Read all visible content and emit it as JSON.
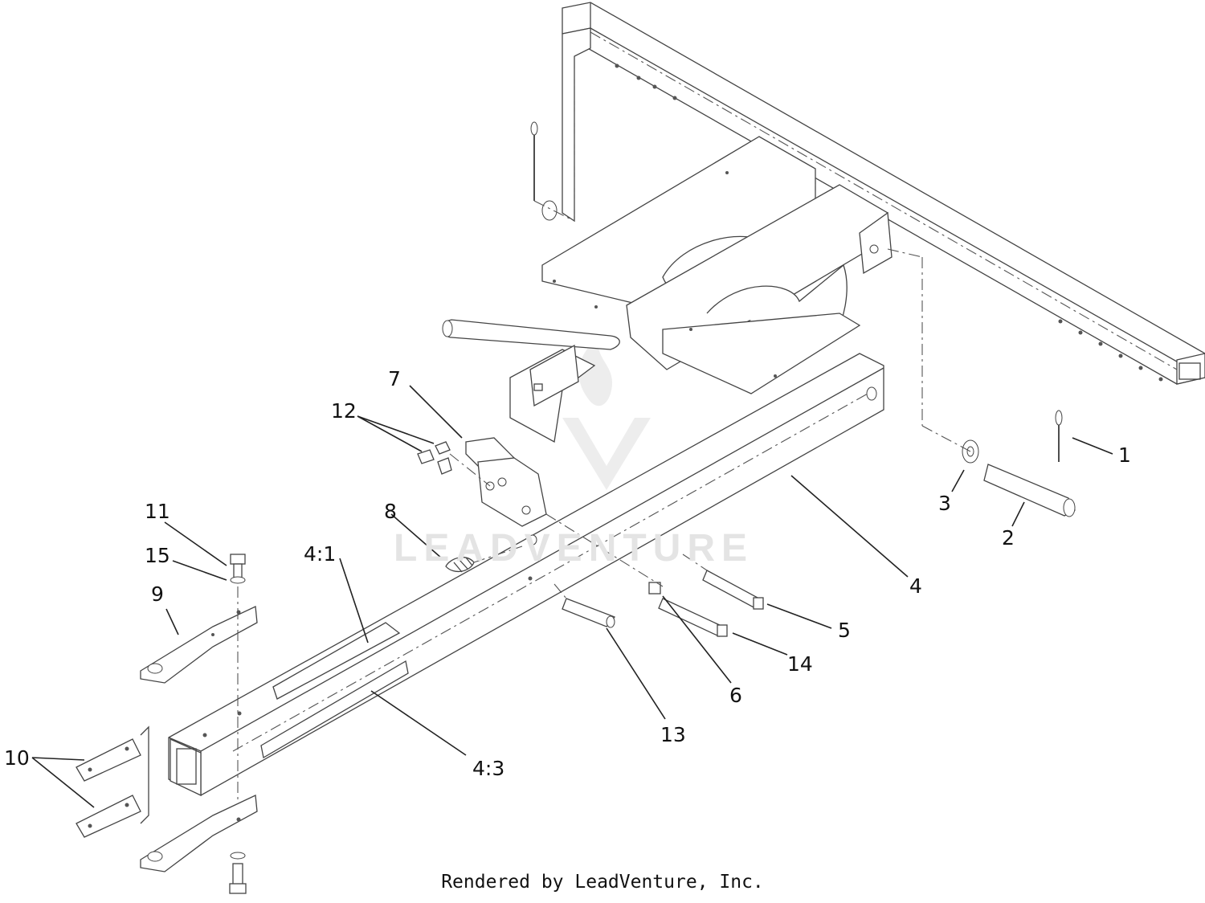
{
  "diagram": {
    "callouts": [
      {
        "id": "c1",
        "text": "1"
      },
      {
        "id": "c2",
        "text": "2"
      },
      {
        "id": "c3",
        "text": "3"
      },
      {
        "id": "c4",
        "text": "4"
      },
      {
        "id": "c4_1",
        "text": "4:1"
      },
      {
        "id": "c4_3",
        "text": "4:3"
      },
      {
        "id": "c5",
        "text": "5"
      },
      {
        "id": "c6",
        "text": "6"
      },
      {
        "id": "c7",
        "text": "7"
      },
      {
        "id": "c8",
        "text": "8"
      },
      {
        "id": "c9",
        "text": "9"
      },
      {
        "id": "c10",
        "text": "10"
      },
      {
        "id": "c11",
        "text": "11"
      },
      {
        "id": "c12",
        "text": "12"
      },
      {
        "id": "c13",
        "text": "13"
      },
      {
        "id": "c14",
        "text": "14"
      },
      {
        "id": "c15",
        "text": "15"
      }
    ]
  },
  "watermark": {
    "text": "LEADVENTURE",
    "icon": "leadventure-logo-icon"
  },
  "footer": {
    "text": "Rendered by LeadVenture, Inc."
  }
}
